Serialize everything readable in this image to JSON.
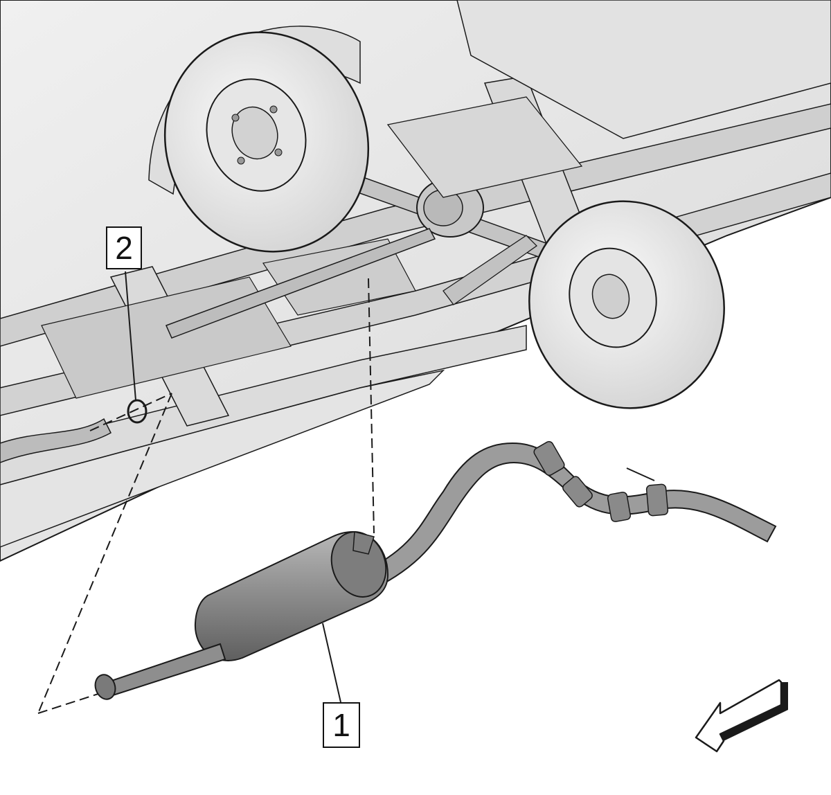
{
  "callouts": [
    {
      "label": "2",
      "part": "gasket"
    },
    {
      "label": "1",
      "part": "muffler-and-tailpipe"
    }
  ],
  "colors": {
    "body_fill": "#e9e9e9",
    "body_shade": "#d4d4d4",
    "line": "#1a1a1a",
    "part_fill": "#9a9a9a",
    "part_dark": "#6e6e6e",
    "tire_fill": "#f2f2f2"
  },
  "icons": [
    "direction-arrow-icon"
  ]
}
